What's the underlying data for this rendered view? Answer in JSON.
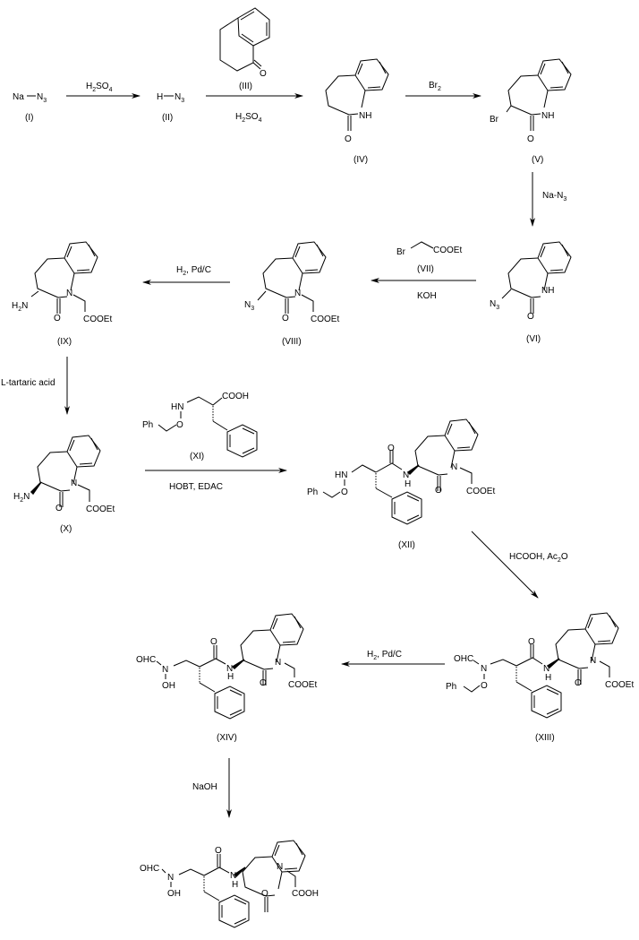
{
  "title": "Synthesis scheme of benzazepinone hydroxamate derivative",
  "compounds": {
    "I": {
      "label": "(I)",
      "formula_a": "Na",
      "formula_b": "N",
      "formula_b_sub": "3"
    },
    "II": {
      "label": "(II)",
      "formula_a": "H",
      "formula_b": "N",
      "formula_b_sub": "3"
    },
    "III": {
      "label": "(III)",
      "atom_o": "O"
    },
    "IV": {
      "label": "(IV)",
      "nh": "NH",
      "o": "O"
    },
    "V": {
      "label": "(V)",
      "nh": "NH",
      "o": "O",
      "sub": "Br"
    },
    "VI": {
      "label": "(VI)",
      "nh": "NH",
      "o": "O",
      "sub": "N",
      "sub_idx": "3"
    },
    "VII": {
      "label": "(VII)",
      "br": "Br",
      "ester": "COOEt"
    },
    "VIII": {
      "label": "(VIII)",
      "n": "N",
      "o": "O",
      "sub": "N",
      "sub_idx": "3",
      "ester": "COOEt"
    },
    "IX": {
      "label": "(IX)",
      "n": "N",
      "o": "O",
      "sub": "H",
      "sub_idx": "2",
      "sub_n": "N",
      "ester": "COOEt"
    },
    "X": {
      "label": "(X)",
      "n": "N",
      "o": "O",
      "sub": "H",
      "sub_idx": "2",
      "sub_n": "N",
      "ester": "COOEt"
    },
    "XI": {
      "label": "(XI)",
      "hn": "HN",
      "o": "O",
      "ph": "Ph",
      "acid": "COOH"
    },
    "XII": {
      "label": "(XII)",
      "hn": "HN",
      "o_link": "O",
      "ph": "Ph",
      "amide_o": "O",
      "amide_n": "N",
      "amide_h": "H",
      "n": "N",
      "o": "O",
      "ester": "COOEt"
    },
    "XIII": {
      "label": "(XIII)",
      "ohc": "OHC",
      "n_f": "N",
      "o_link": "O",
      "ph": "Ph",
      "amide_o": "O",
      "amide_n": "N",
      "amide_h": "H",
      "n": "N",
      "o": "O",
      "ester": "COOEt"
    },
    "XIV": {
      "label": "(XIV)",
      "ohc": "OHC",
      "n_f": "N",
      "oh": "OH",
      "amide_o": "O",
      "amide_n": "N",
      "amide_h": "H",
      "n": "N",
      "o": "O",
      "ester": "COOEt"
    },
    "final": {
      "label": "",
      "ohc": "OHC",
      "n_f": "N",
      "oh": "OH",
      "amide_o": "O",
      "amide_n": "N",
      "amide_h": "H",
      "n": "N",
      "o": "O",
      "acid": "COOH"
    }
  },
  "reactions": [
    {
      "id": "r1",
      "from": "I",
      "to": "II",
      "above": "H2SO4",
      "above_main": "H",
      "above_sub": "2",
      "above_main2": "SO",
      "above_sub2": "4",
      "below": ""
    },
    {
      "id": "r2",
      "from": "II",
      "to": "IV",
      "above": "(III)",
      "below_main": "H",
      "below_sub": "2",
      "below_main2": "SO",
      "below_sub2": "4"
    },
    {
      "id": "r3",
      "from": "IV",
      "to": "V",
      "above_main": "Br",
      "above_sub": "2"
    },
    {
      "id": "r4",
      "from": "V",
      "to": "VI",
      "side_main": "Na-N",
      "side_sub": "3"
    },
    {
      "id": "r5",
      "from": "VI",
      "to": "VIII",
      "above": "(VII)",
      "below": "KOH"
    },
    {
      "id": "r6",
      "from": "VIII",
      "to": "IX",
      "above_main": "H",
      "above_sub": "2",
      "above_main2": ", Pd/C"
    },
    {
      "id": "r7",
      "from": "IX",
      "to": "X",
      "side": "L-tartaric acid"
    },
    {
      "id": "r8",
      "from": "X",
      "to": "XII",
      "above": "(XI)",
      "below": "HOBT, EDAC"
    },
    {
      "id": "r9",
      "from": "XII",
      "to": "XIII",
      "side_main": "HCOOH, Ac",
      "side_sub": "2",
      "side_main2": "O"
    },
    {
      "id": "r10",
      "from": "XIII",
      "to": "XIV",
      "above_main": "H",
      "above_sub": "2",
      "above_main2": ", Pd/C"
    },
    {
      "id": "r11",
      "from": "XIV",
      "to": "final",
      "side": "NaOH"
    }
  ]
}
